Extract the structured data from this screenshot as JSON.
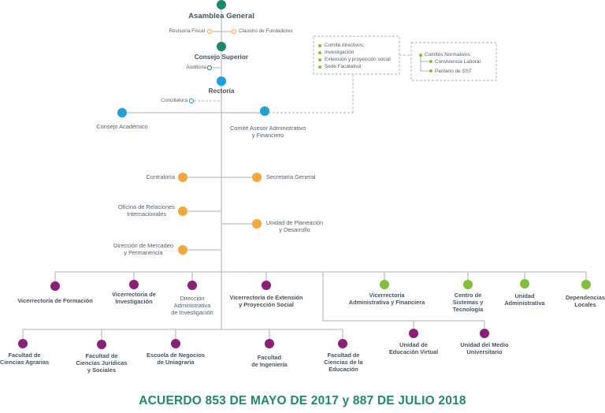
{
  "colors": {
    "governance": "#1b8a6b",
    "rectoria": "#1ea0d8",
    "staff": "#f2a83a",
    "vicerrectoria": "#8a1f78",
    "admin": "#7fbf3a",
    "line": "#bfbfbf",
    "dashed": "#b0b0b0",
    "text": "#56606a",
    "footer": "#1f8a6a"
  },
  "nodes": {
    "asamblea": "Asamblea General",
    "revisoria": "Revisoría Fiscal",
    "claustro": "Claustro de Fundadores",
    "consejo_superior": "Consejo Superior",
    "auditoria": "Auditoría",
    "rectoria": "Rectoría",
    "conciliatura": "Conciliatura",
    "consejo_academico": "Consejo Académico",
    "comite_asesor": [
      "Comité Asesor Administrativo",
      "y Financiero"
    ],
    "contraloria": "Contraloría",
    "secretaria": "Secretaría General",
    "oficina_relaciones": [
      "Oficina de Relaciones",
      "Internacionales"
    ],
    "unidad_planeacion": [
      "Unidad de Planeación",
      "y Desarrollo"
    ],
    "direccion_mercadeo": [
      "Dirección de Mercadeo",
      "y Permanencia"
    ]
  },
  "comites_directivos": {
    "title": "Comité directivos:",
    "items": [
      "Investigación",
      "Extensión y proyección social",
      "Sede Facatativá"
    ]
  },
  "comites_normativos": {
    "title": "Comités Normativos:",
    "items": [
      "Convivencia Laboral",
      "Paritario de SST"
    ]
  },
  "vicerrectorias": [
    {
      "lines": [
        "Vicerrectoría de Formación"
      ]
    },
    {
      "lines": [
        "Vicerrectoría de",
        "Investigación"
      ]
    },
    {
      "lines": [
        "Dirección",
        "Administrativa",
        "de Investigación"
      ]
    },
    {
      "lines": [
        "Vicerrectoría de Extensión",
        "y Proyección Social"
      ]
    },
    {
      "lines": [
        "Vicerrectoría",
        "Administrativa y Financiera"
      ]
    },
    {
      "lines": [
        "Centro de",
        "Sistemas y",
        "Tecnología"
      ]
    },
    {
      "lines": [
        "Unidad",
        "Administrativa"
      ]
    },
    {
      "lines": [
        "Dependencias",
        "Locales"
      ]
    }
  ],
  "facultades": [
    {
      "lines": [
        "Facultad de",
        "Ciencias Agrarias"
      ]
    },
    {
      "lines": [
        "Facultad de",
        "Ciencias Jurídicas",
        "y Sociales"
      ]
    },
    {
      "lines": [
        "Escuela de Negocios",
        "de Uniagraria"
      ]
    },
    {
      "lines": [
        "Facultad",
        "de Ingeniería"
      ]
    },
    {
      "lines": [
        "Facultad de",
        "Ciencias de la",
        "Educación"
      ]
    },
    {
      "lines": [
        "Unidad de",
        "Educación Virtual"
      ]
    },
    {
      "lines": [
        "Unidad del Medio",
        "Universitario"
      ]
    }
  ],
  "footer": "ACUERDO 853  DE  MAYO DE 2017 y 887 DE JULIO 2018"
}
